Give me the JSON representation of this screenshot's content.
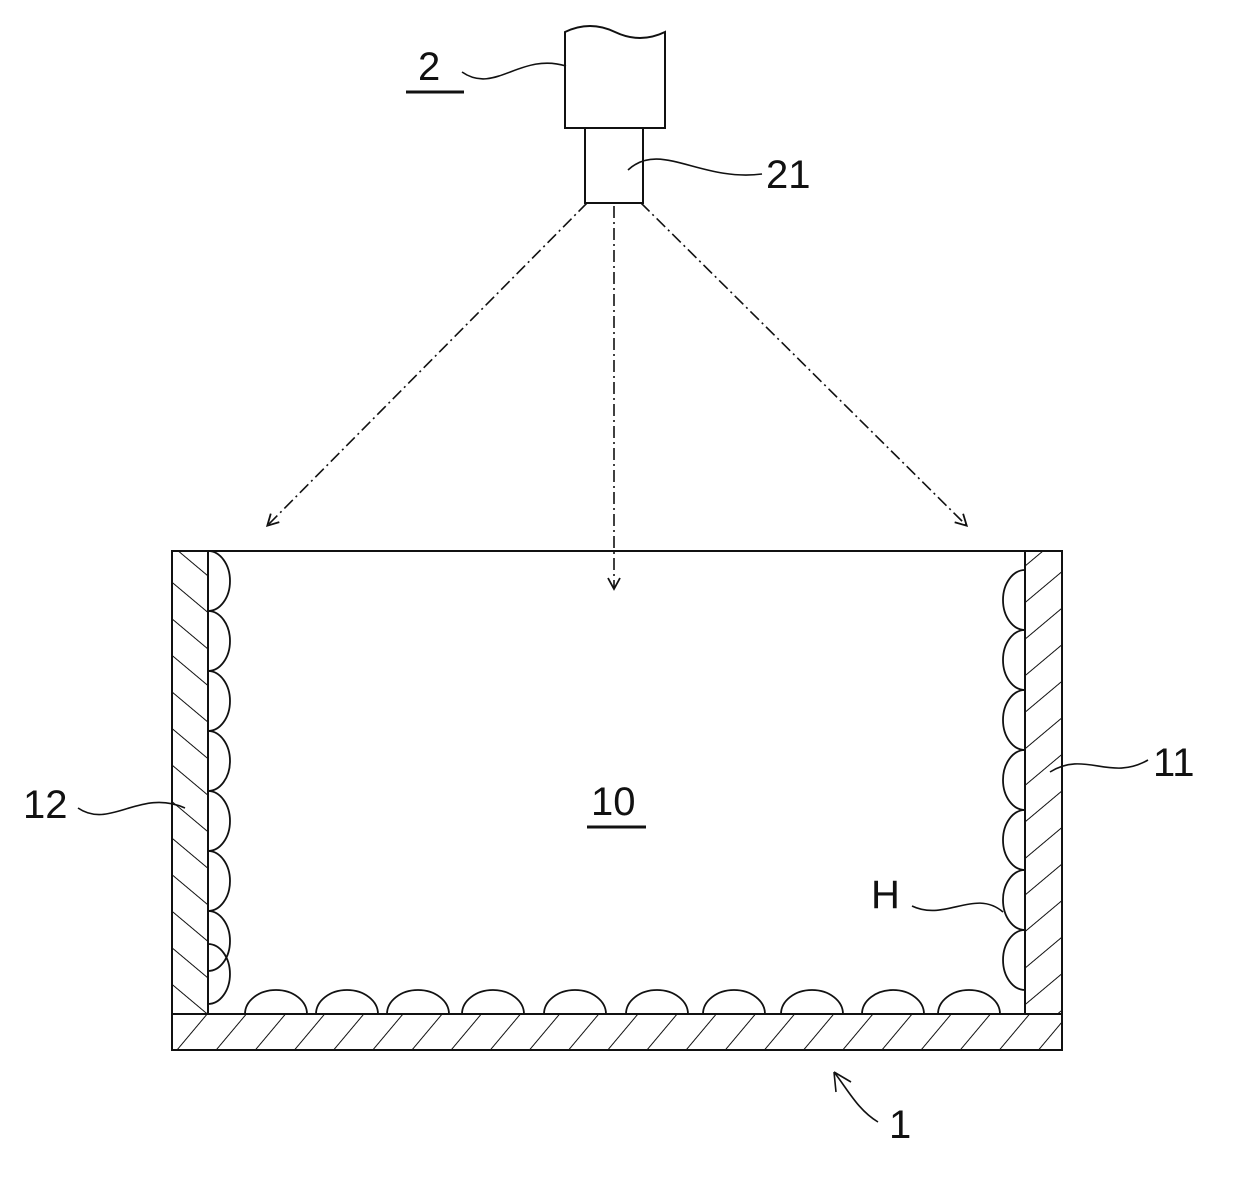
{
  "labels": {
    "device": "2",
    "nozzle": "21",
    "container": "1",
    "space": "10",
    "wall_right": "11",
    "wall_left": "12",
    "coating": "H"
  },
  "colors": {
    "line": "#111111",
    "background": "#ffffff"
  }
}
